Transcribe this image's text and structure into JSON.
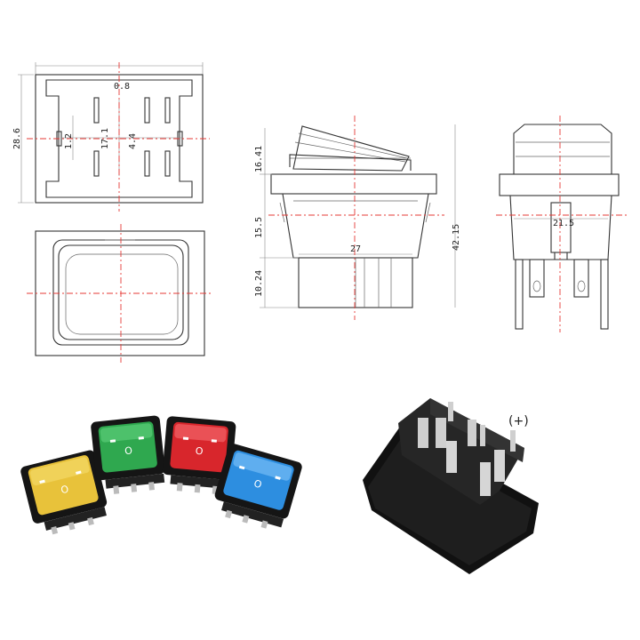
{
  "drawing": {
    "top_view": {
      "dim_width_top": "0.8",
      "dim_height": "28.6",
      "dim_pin_gap": "1.2",
      "dim_pin_pitch": "17.1",
      "dim_pin_offset": "4.4"
    },
    "side_view": {
      "dim_rocker_height": "16.41",
      "dim_body_height": "15.5",
      "dim_pin_height": "10.24",
      "dim_body_width": "27",
      "dim_total_height": "42.15"
    },
    "end_view": {
      "dim_body_depth": "21.5"
    }
  },
  "photo": {
    "polarity_label": "(+)",
    "switches": [
      {
        "color": "yellow",
        "hex": "#e8c23a",
        "mark": "O"
      },
      {
        "color": "green",
        "hex": "#2fa84f",
        "mark": "O"
      },
      {
        "color": "red",
        "hex": "#d8262c",
        "mark": "O"
      },
      {
        "color": "blue",
        "hex": "#2d8ee0",
        "mark": "O"
      }
    ]
  },
  "colors": {
    "centerline": "#e53935",
    "outline": "#333333"
  }
}
